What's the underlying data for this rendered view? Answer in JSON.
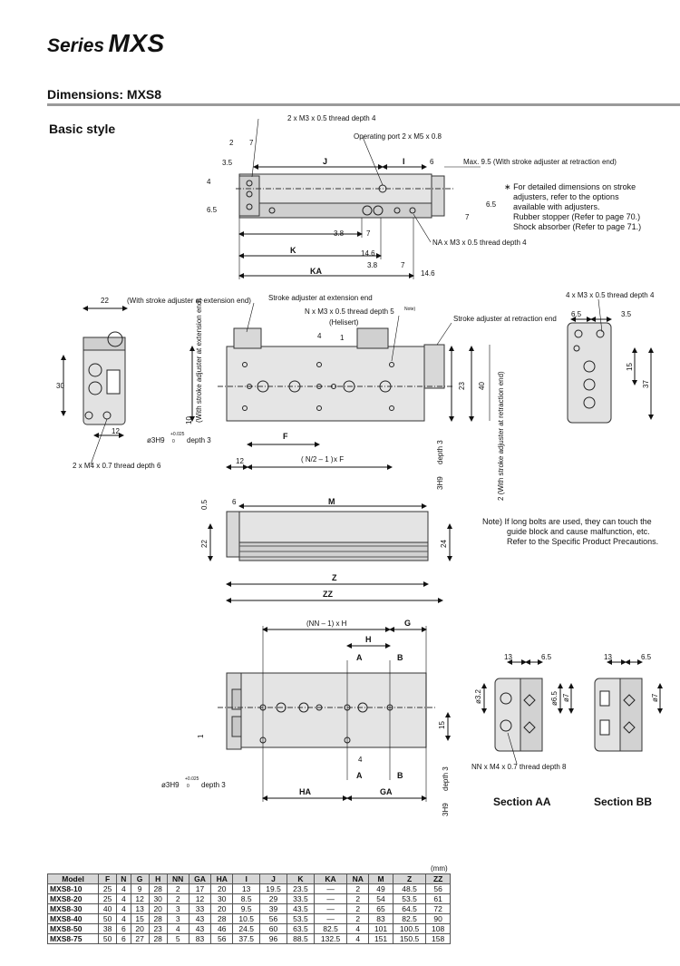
{
  "header": {
    "series_word": "Series",
    "series_model": "MXS"
  },
  "section": {
    "title": "Dimensions: MXS8",
    "subtitle": "Basic style"
  },
  "labels": {
    "m3_thread": "2 x M3 x 0.5 thread depth 4",
    "op_port": "Operating port 2 x M5 x 0.8",
    "max95": "Max. 9.5 (With stroke adjuster at retraction end)",
    "na_thread": "NA x M3 x 0.5 thread depth 4",
    "ext_end_22": "(With stroke adjuster at extension end)",
    "adj_ext": "Stroke adjuster at extension end",
    "n_thread": "N x M3 x 0.5 thread depth 5",
    "note_sup": "Note)",
    "helisert": "(Helisert)",
    "adj_ret": "Stroke adjuster at retraction end",
    "m3_4": "4 x M3 x 0.5 thread depth 4",
    "m4_thread": "2 x M4 x 0.7 thread depth 6",
    "dia3h9": "ø3H9",
    "tol": "+0.025",
    "tol0": "0",
    "depth3": "depth 3",
    "nn_thread": "NN x M4 x 0.7 thread depth 8",
    "section_aa": "Section AA",
    "section_bb": "Section BB",
    "with_adj_ext_v": "(With stroke adjuster at extension end)",
    "two_with_adj_ret": "2 (With stroke adjuster at retraction end)",
    "nf": "x F",
    "nn_h": "(NN – 1) x H",
    "d3h9_v": "3H9",
    "d3h9_depth_v": "depth 3"
  },
  "dims": {
    "d2": "2",
    "d7": "7",
    "d35": "3.5",
    "dJ": "J",
    "dI": "I",
    "d6": "6",
    "d4": "4",
    "d65": "6.5",
    "d38": "3.8",
    "d146": "14.6",
    "dK": "K",
    "dKA": "KA",
    "d22": "22",
    "d30": "30",
    "d12": "12",
    "d10": "10",
    "dF": "F",
    "d23": "23",
    "d40": "40",
    "d1": "1",
    "d15": "15",
    "d37": "37",
    "d05": "0.5",
    "dM": "M",
    "d24": "24",
    "dZ": "Z",
    "dZZ": "ZZ",
    "dH": "H",
    "dG": "G",
    "dA": "A",
    "dB": "B",
    "dHA": "HA",
    "dGA": "GA",
    "d13": "13",
    "d32": "ø3.2",
    "d65b": "ø6.5",
    "d7b": "ø7"
  },
  "notes": {
    "adjuster_note": [
      "For detailed dimensions on stroke",
      "adjusters, refer to the options",
      "available with adjusters.",
      "Rubber stopper (Refer to page 70.)",
      "Shock absorber (Refer to page 71.)"
    ],
    "asterisk": "∗",
    "long_bolts": [
      "Note) If long bolts are used, they can touch the",
      "guide block and cause malfunction, etc.",
      "Refer to the Specific Product Precautions."
    ]
  },
  "table": {
    "unit": "(mm)",
    "headers": [
      "Model",
      "F",
      "N",
      "G",
      "H",
      "NN",
      "GA",
      "HA",
      "I",
      "J",
      "K",
      "KA",
      "NA",
      "M",
      "Z",
      "ZZ"
    ],
    "rows": [
      [
        "MXS8-10",
        "25",
        "4",
        "9",
        "28",
        "2",
        "17",
        "20",
        "13",
        "19.5",
        "23.5",
        "—",
        "2",
        "49",
        "48.5",
        "56"
      ],
      [
        "MXS8-20",
        "25",
        "4",
        "12",
        "30",
        "2",
        "12",
        "30",
        "8.5",
        "29",
        "33.5",
        "—",
        "2",
        "54",
        "53.5",
        "61"
      ],
      [
        "MXS8-30",
        "40",
        "4",
        "13",
        "20",
        "3",
        "33",
        "20",
        "9.5",
        "39",
        "43.5",
        "—",
        "2",
        "65",
        "64.5",
        "72"
      ],
      [
        "MXS8-40",
        "50",
        "4",
        "15",
        "28",
        "3",
        "43",
        "28",
        "10.5",
        "56",
        "53.5",
        "—",
        "2",
        "83",
        "82.5",
        "90"
      ],
      [
        "MXS8-50",
        "38",
        "6",
        "20",
        "23",
        "4",
        "43",
        "46",
        "24.5",
        "60",
        "63.5",
        "82.5",
        "4",
        "101",
        "100.5",
        "108"
      ],
      [
        "MXS8-75",
        "50",
        "6",
        "27",
        "28",
        "5",
        "83",
        "56",
        "37.5",
        "96",
        "88.5",
        "132.5",
        "4",
        "151",
        "150.5",
        "158"
      ]
    ]
  }
}
